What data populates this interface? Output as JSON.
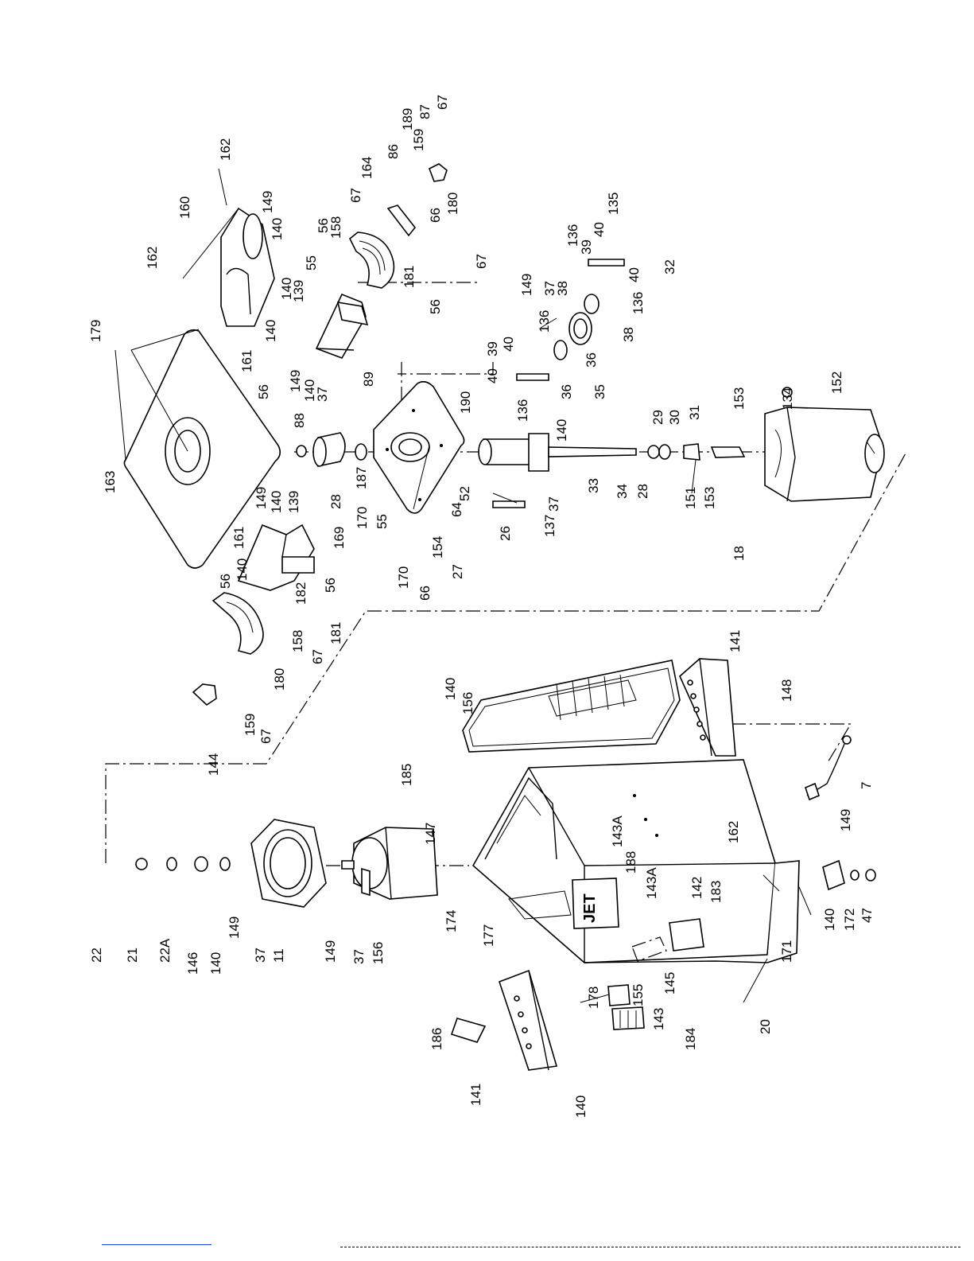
{
  "brand": "JET",
  "callouts": [
    {
      "id": "c1",
      "text": "179"
    },
    {
      "id": "c2",
      "text": "163"
    },
    {
      "id": "c3",
      "text": "162"
    },
    {
      "id": "c4",
      "text": "160"
    },
    {
      "id": "c5",
      "text": "162"
    },
    {
      "id": "c6",
      "text": "149"
    },
    {
      "id": "c7",
      "text": "140"
    },
    {
      "id": "c8",
      "text": "140"
    },
    {
      "id": "c9",
      "text": "139"
    },
    {
      "id": "c10",
      "text": "55"
    },
    {
      "id": "c11",
      "text": "56"
    },
    {
      "id": "c12",
      "text": "158"
    },
    {
      "id": "c13",
      "text": "67"
    },
    {
      "id": "c14",
      "text": "164"
    },
    {
      "id": "c15",
      "text": "86"
    },
    {
      "id": "c16",
      "text": "189"
    },
    {
      "id": "c17",
      "text": "87"
    },
    {
      "id": "c18",
      "text": "159"
    },
    {
      "id": "c19",
      "text": "67"
    },
    {
      "id": "c20",
      "text": "180"
    },
    {
      "id": "c21",
      "text": "66"
    },
    {
      "id": "c22",
      "text": "67"
    },
    {
      "id": "c23",
      "text": "181"
    },
    {
      "id": "c24",
      "text": "56"
    },
    {
      "id": "c25",
      "text": "140"
    },
    {
      "id": "c26",
      "text": "161"
    },
    {
      "id": "c27",
      "text": "56"
    },
    {
      "id": "c28",
      "text": "149"
    },
    {
      "id": "c29",
      "text": "140"
    },
    {
      "id": "c30",
      "text": "37"
    },
    {
      "id": "c31",
      "text": "89"
    },
    {
      "id": "c32",
      "text": "88"
    },
    {
      "id": "c33",
      "text": "28"
    },
    {
      "id": "c34",
      "text": "187"
    },
    {
      "id": "c35",
      "text": "52"
    },
    {
      "id": "c36",
      "text": "64"
    },
    {
      "id": "c37",
      "text": "154"
    },
    {
      "id": "c38",
      "text": "27"
    },
    {
      "id": "c39",
      "text": "26"
    },
    {
      "id": "c40",
      "text": "37"
    },
    {
      "id": "c41",
      "text": "190"
    },
    {
      "id": "c42",
      "text": "140"
    },
    {
      "id": "c43",
      "text": "149"
    },
    {
      "id": "c44",
      "text": "37"
    },
    {
      "id": "c45",
      "text": "38"
    },
    {
      "id": "c46",
      "text": "39"
    },
    {
      "id": "c47",
      "text": "136"
    },
    {
      "id": "c48",
      "text": "40"
    },
    {
      "id": "c49",
      "text": "135"
    },
    {
      "id": "c50",
      "text": "136"
    },
    {
      "id": "c51",
      "text": "39"
    },
    {
      "id": "c52",
      "text": "40"
    },
    {
      "id": "c53",
      "text": "40"
    },
    {
      "id": "c54",
      "text": "136"
    },
    {
      "id": "c55",
      "text": "36"
    },
    {
      "id": "c56",
      "text": "35"
    },
    {
      "id": "c57",
      "text": "36"
    },
    {
      "id": "c58",
      "text": "38"
    },
    {
      "id": "c59",
      "text": "136"
    },
    {
      "id": "c60",
      "text": "40"
    },
    {
      "id": "c61",
      "text": "32"
    },
    {
      "id": "c62",
      "text": "33"
    },
    {
      "id": "c63",
      "text": "34"
    },
    {
      "id": "c64",
      "text": "28"
    },
    {
      "id": "c65",
      "text": "29"
    },
    {
      "id": "c66",
      "text": "30"
    },
    {
      "id": "c67",
      "text": "31"
    },
    {
      "id": "c68",
      "text": "151"
    },
    {
      "id": "c69",
      "text": "153"
    },
    {
      "id": "c70",
      "text": "153"
    },
    {
      "id": "c71",
      "text": "18"
    },
    {
      "id": "c72",
      "text": "134"
    },
    {
      "id": "c73",
      "text": "152"
    },
    {
      "id": "c74",
      "text": "56"
    },
    {
      "id": "c75",
      "text": "149"
    },
    {
      "id": "c76",
      "text": "140"
    },
    {
      "id": "c77",
      "text": "139"
    },
    {
      "id": "c78",
      "text": "161"
    },
    {
      "id": "c79",
      "text": "169"
    },
    {
      "id": "c80",
      "text": "170"
    },
    {
      "id": "c81",
      "text": "55"
    },
    {
      "id": "c82",
      "text": "140"
    },
    {
      "id": "c83",
      "text": "56"
    },
    {
      "id": "c84",
      "text": "56"
    },
    {
      "id": "c85",
      "text": "182"
    },
    {
      "id": "c86",
      "text": "170"
    },
    {
      "id": "c87",
      "text": "66"
    },
    {
      "id": "c88",
      "text": "181"
    },
    {
      "id": "c89",
      "text": "67"
    },
    {
      "id": "c90",
      "text": "158"
    },
    {
      "id": "c91",
      "text": "180"
    },
    {
      "id": "c92",
      "text": "67"
    },
    {
      "id": "c93",
      "text": "159"
    },
    {
      "id": "c94",
      "text": "144"
    },
    {
      "id": "c95",
      "text": "137"
    },
    {
      "id": "c96",
      "text": "140"
    },
    {
      "id": "c97",
      "text": "156"
    },
    {
      "id": "c98",
      "text": "141"
    },
    {
      "id": "c99",
      "text": "148"
    },
    {
      "id": "c100",
      "text": "7"
    },
    {
      "id": "c101",
      "text": "149"
    },
    {
      "id": "c102",
      "text": "162"
    },
    {
      "id": "c103",
      "text": "171"
    },
    {
      "id": "c104",
      "text": "140"
    },
    {
      "id": "c105",
      "text": "172"
    },
    {
      "id": "c106",
      "text": "47"
    },
    {
      "id": "c107",
      "text": "185"
    },
    {
      "id": "c108",
      "text": "147"
    },
    {
      "id": "c109",
      "text": "174"
    },
    {
      "id": "c110",
      "text": "143A"
    },
    {
      "id": "c111",
      "text": "188"
    },
    {
      "id": "c112",
      "text": "143A"
    },
    {
      "id": "c113",
      "text": "142"
    },
    {
      "id": "c114",
      "text": "183"
    },
    {
      "id": "c115",
      "text": "145"
    },
    {
      "id": "c116",
      "text": "20"
    },
    {
      "id": "c117",
      "text": "22"
    },
    {
      "id": "c118",
      "text": "21"
    },
    {
      "id": "c119",
      "text": "22A"
    },
    {
      "id": "c120",
      "text": "146"
    },
    {
      "id": "c121",
      "text": "140"
    },
    {
      "id": "c122",
      "text": "149"
    },
    {
      "id": "c123",
      "text": "37"
    },
    {
      "id": "c124",
      "text": "11"
    },
    {
      "id": "c125",
      "text": "149"
    },
    {
      "id": "c126",
      "text": "37"
    },
    {
      "id": "c127",
      "text": "156"
    },
    {
      "id": "c128",
      "text": "177"
    },
    {
      "id": "c129",
      "text": "178"
    },
    {
      "id": "c130",
      "text": "155"
    },
    {
      "id": "c131",
      "text": "143"
    },
    {
      "id": "c132",
      "text": "184"
    },
    {
      "id": "c133",
      "text": "186"
    },
    {
      "id": "c134",
      "text": "141"
    },
    {
      "id": "c135",
      "text": "140"
    }
  ]
}
